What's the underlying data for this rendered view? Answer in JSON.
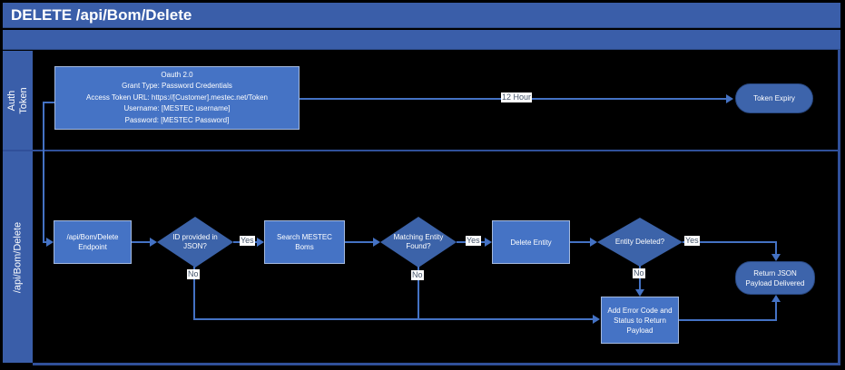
{
  "header": {
    "title": "DELETE /api/Bom/Delete"
  },
  "lanes": [
    {
      "label": "Auth Token"
    },
    {
      "label": "/api/Bom/Delete"
    }
  ],
  "auth": {
    "oauth_box": {
      "lines": [
        "Oauth 2.0",
        "Grant Type: Password Credentials",
        "Access Token URL: https://[Customer].mestec.net/Token",
        "Username: [MESTEC username]",
        "Password: [MESTEC Password]"
      ]
    },
    "expiry_edge_label": "12 Hour",
    "token_expiry": "Token Expiry"
  },
  "flow": {
    "endpoint": "/api/Bom/Delete Endpoint",
    "id_check": "ID provided in JSON?",
    "search": "Search MESTEC Boms",
    "delete_entity": "Delete Entity",
    "match_check": "Matching Entity Found?",
    "deleted_check": "Entity Deleted?",
    "return_payload": "Return JSON Payload Delivered",
    "error_box": "Add Error Code and Status to Return Payload",
    "yes_label": "Yes",
    "no_label": "No"
  },
  "colors": {
    "background": "#000000",
    "band_blue": "#3a5ea9",
    "process_fill": "#4573c5",
    "process_border": "#a5badf",
    "decision_fill": "#3c63a9",
    "terminator_fill": "#3d64ab",
    "terminator_border": "#28477f",
    "connector": "#4472c4",
    "edge_label_text": "#44546a",
    "shape_text": "#ffffff"
  }
}
